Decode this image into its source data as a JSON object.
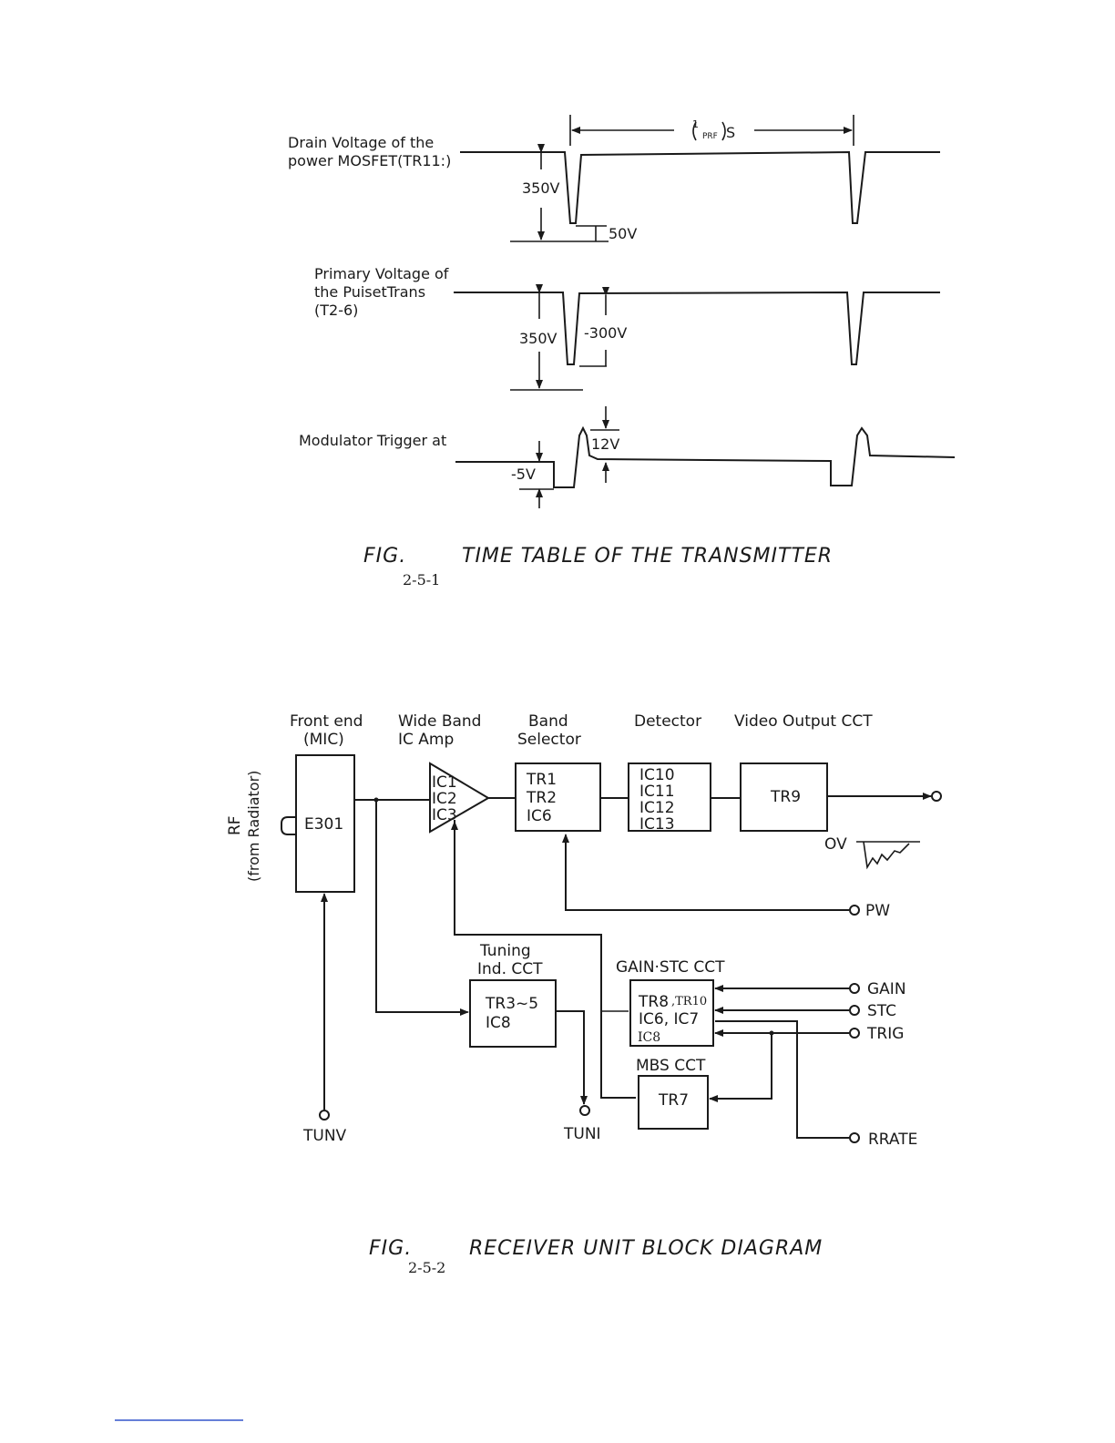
{
  "fig1": {
    "trace1_label_line1": "Drain Voltage of the",
    "trace1_label_line2": "power MOSFET(TR11:)",
    "trace1_v_swing": "350V",
    "trace1_v_low": "50V",
    "period_num": "1",
    "period_den": "PRF",
    "period_suffix": "S",
    "trace2_label_line1": "Primary Voltage of",
    "trace2_label_line2": "the PuisetTrans",
    "trace2_label_line3": "(T2-6)",
    "trace2_v_swing": "350V",
    "trace2_v_neg": "-300V",
    "trace3_label": "Modulator Trigger at",
    "trace3_v_neg": "-5V",
    "trace3_v_pos": "12V",
    "caption_fig": "FIG.",
    "caption_title": "TIME TABLE OF THE TRANSMITTER",
    "caption_number": "2-5-1"
  },
  "fig2": {
    "hdr_front_end": "Front end",
    "hdr_front_end_sub": "(MIC)",
    "hdr_wideband": "Wide Band",
    "hdr_wideband_sub": "IC Amp",
    "hdr_band": "Band",
    "hdr_band_sub": "Selector",
    "hdr_detector": "Detector",
    "hdr_video": "Video Output CCT",
    "rf_label": "RF",
    "rf_sub": "(from Radiator)",
    "e301": "E301",
    "amp_ic1": "IC1",
    "amp_ic2": "IC2",
    "amp_ic3": "IC3",
    "band_tr1": "TR1",
    "band_tr2": "TR2",
    "band_ic6": "IC6",
    "det_ic10": "IC10",
    "det_ic11": "IC11",
    "det_ic12": "IC12",
    "det_ic13": "IC13",
    "tr9": "TR9",
    "ov": "OV",
    "pw": "PW",
    "tuning_hdr": "Tuning",
    "tuning_hdr_sub": "Ind. CCT",
    "tuning_l1": "TR3~5",
    "tuning_l2": "IC8",
    "gain_hdr": "GAIN·STC CCT",
    "gain_l1": "TR8",
    "gain_l1b": ",TR10",
    "gain_l2": "IC6, IC7",
    "gain_l3": "IC8",
    "mbs_hdr": "MBS CCT",
    "tr7": "TR7",
    "out_gain": "GAIN",
    "out_stc": "STC",
    "out_trig": "TRIG",
    "out_rrate": "RRATE",
    "tunv": "TUNV",
    "tuni": "TUNI",
    "caption_fig": "FIG.",
    "caption_title": "RECEIVER UNIT BLOCK DIAGRAM",
    "caption_number": "2-5-2"
  }
}
